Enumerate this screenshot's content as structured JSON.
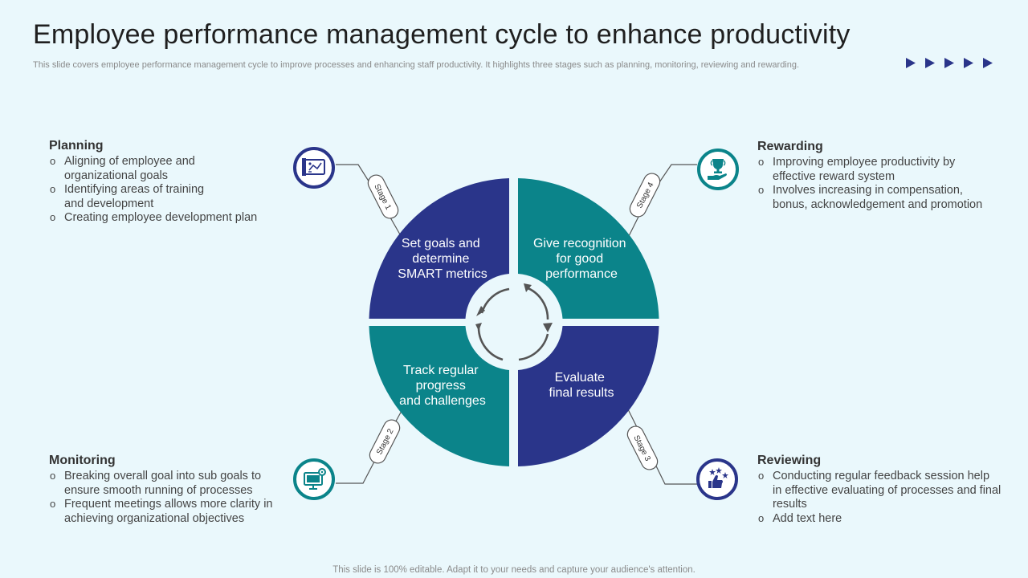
{
  "header": {
    "title": "Employee performance management cycle to enhance productivity",
    "subtitle": "This slide covers employee performance management cycle to improve processes and enhancing staff productivity. It highlights three stages such as planning, monitoring, reviewing and rewarding."
  },
  "footer": "This slide is 100% editable. Adapt it to your needs and capture your audience's attention.",
  "colors": {
    "navy": "#2a358a",
    "teal": "#0b848a",
    "background": "#eaf8fc"
  },
  "quadrants": {
    "q1": [
      "Set goals and",
      "determine",
      "SMART metrics"
    ],
    "q2": [
      "Give recognition",
      "for good",
      "performance"
    ],
    "q3": [
      "Track regular",
      "progress",
      "and challenges"
    ],
    "q4": [
      "Evaluate",
      "final results"
    ]
  },
  "stages": {
    "s1": "Stage 1",
    "s2": "Stage 2",
    "s3": "Stage 3",
    "s4": "Stage 4"
  },
  "icons": {
    "planning": "planning-board-icon",
    "rewarding": "trophy-hand-icon",
    "monitoring": "monitor-gear-icon",
    "reviewing": "thumbs-up-stars-icon"
  },
  "sections": {
    "planning": {
      "title": "Planning",
      "items": [
        "Aligning of employee and organizational goals",
        "Identifying  areas of training and development",
        "Creating employee development plan"
      ]
    },
    "rewarding": {
      "title": "Rewarding",
      "items": [
        "Improving employee productivity by effective reward system",
        "Involves increasing in compensation, bonus, acknowledgement and promotion"
      ]
    },
    "monitoring": {
      "title": "Monitoring",
      "items": [
        "Breaking overall goal into sub goals to ensure smooth running of processes",
        "Frequent meetings allows more clarity in achieving organizational objectives"
      ]
    },
    "reviewing": {
      "title": "Reviewing",
      "items": [
        "Conducting regular feedback session help in effective evaluating of processes and final results",
        "Add text here"
      ]
    }
  }
}
